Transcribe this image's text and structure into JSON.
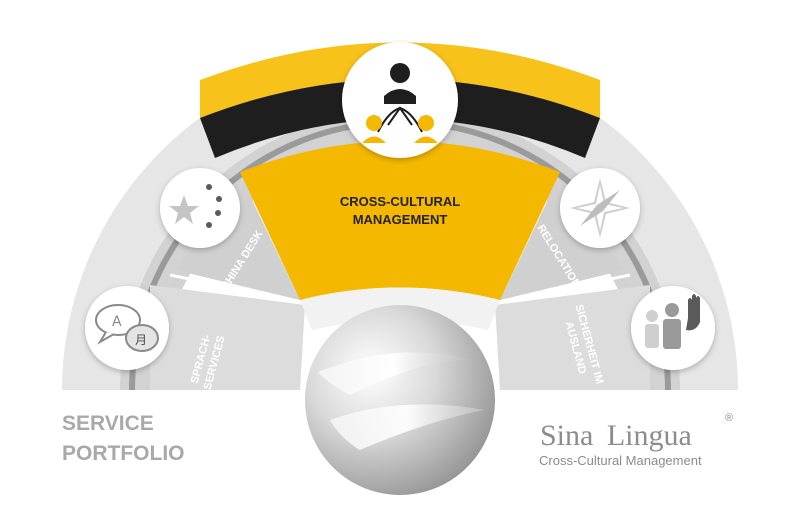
{
  "diagram": {
    "center_segment": {
      "label_line1": "CROSS-CULTURAL",
      "label_line2": "MANAGEMENT",
      "icon": "people-network-icon"
    },
    "segments": [
      {
        "id": "sprach",
        "line1": "SPRACH-",
        "line2": "SERVICES",
        "icon": "speech-bubbles-icon"
      },
      {
        "id": "china",
        "line1": "CHINA DESK",
        "line2": "",
        "icon": "china-flag-stars-icon"
      },
      {
        "id": "relocation",
        "line1": "RELOCATION",
        "line2": "",
        "icon": "compass-icon"
      },
      {
        "id": "sicherheit",
        "line1": "SICHERHEIT IM",
        "line2": "AUSLAND",
        "icon": "raised-hand-people-icon"
      }
    ],
    "bubble_letters": {
      "latin": "A",
      "chinese": "月"
    }
  },
  "portfolio": {
    "line1": "SERVICE",
    "line2": "PORTFOLIO"
  },
  "brand": {
    "name_part1": "Sina",
    "name_part2": "Lingua",
    "registered": "®",
    "tagline": "Cross-Cultural Management"
  },
  "colors": {
    "yellow": "#f5b800",
    "yellow_light": "#f7c31a",
    "gray_outer": "#e4e4e4",
    "gray_mid": "#d4d4d4",
    "gray_inner": "#c8c8c8",
    "dark_band": "#1e1e1e",
    "text_gray": "#a9a9a9"
  }
}
